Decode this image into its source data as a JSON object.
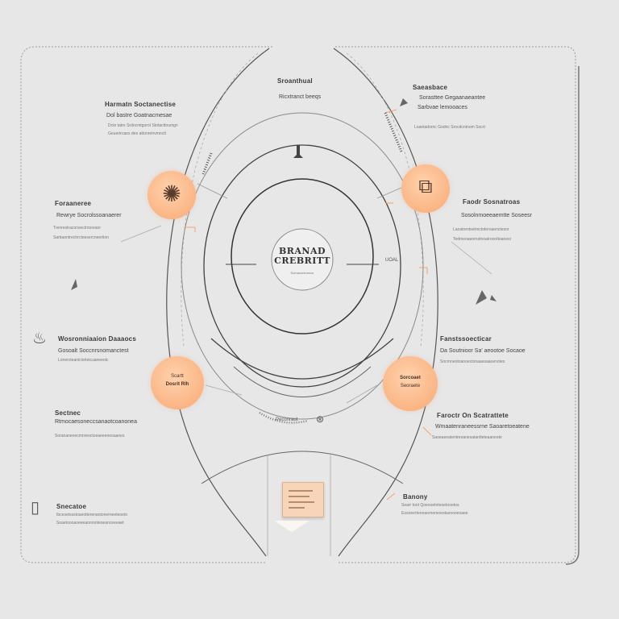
{
  "center": {
    "title_line1": "BRANAD",
    "title_line2": "CREBRITT",
    "caption": "Somacontonnce"
  },
  "top_label": {
    "title": "Sroanthual",
    "line1": "Ricxtranct beeqs"
  },
  "right_ring_label": "UOAL",
  "pointer_label": "Peconraut",
  "blocks": [
    {
      "id": "top-left",
      "title": "Harmatn Soctanectise",
      "line1": "Dol bastre Goatnacmesae",
      "line2": "Dcte tatre Srdncmtgorot Stotacttoumgn",
      "line3": "Geuertrcaes deo attonretrvmnctt"
    },
    {
      "id": "top-right",
      "title": "Saeasbace",
      "line1": "Sorasttee Gegaanaeantee",
      "line2": "Sarbvae lemooaces",
      "line3": "Loaetadornc Godnc Srocdcntnom Socrt"
    },
    {
      "id": "left-mid",
      "title": "Foraaneree",
      "line1": "Rewrye Socrolssoanaerer",
      "line2": "Trenrestraconsectrnoreanr",
      "line3": "Sarbaentrectrrcteesercneertion"
    },
    {
      "id": "right-mid",
      "title": "Faodr Sosnatroas",
      "line1": "Sosolnmoeeaemtte Soseesr",
      "line2": "Laoatrentsetrectoteroaenctesor",
      "line3": "Tedmeoaeornstnoatroonttoanesr"
    },
    {
      "id": "left-lower",
      "title": "Wosronniaaion Daaaocs",
      "line1": "Gosoalt Soccnrsnomanctest",
      "line2": "Lonercteaniciorteicuaneeotc"
    },
    {
      "id": "right-lower",
      "title": "Fanstssoecticar",
      "line1": "Da Soutnioor Sa' aeootoe Socaoe",
      "line2": "Socrnneotoanoectonaaesaaoenotes"
    },
    {
      "id": "left-bottom",
      "title": "Sectnec",
      "line1": "Rtmocaesoneccsanaotcoanonea",
      "line2": "Sorananeoecmnreoctoeaeeeoeoaanes"
    },
    {
      "id": "right-bottom",
      "title": "Faroctr On Scatrattete",
      "line1": "Wmaatenraneessrne Saoaretoeatene",
      "line2": "Saoeaeeatentreoanesatantteteaaneote"
    },
    {
      "id": "bottom-left",
      "title": "Snecatoe",
      "line1": "Ibcesetssstoaeotterenantonerneeteoeto",
      "line2": "Soaetoooaoeeeaonrsnteoeanceeeaet"
    },
    {
      "id": "bottom-right",
      "title": "Banony",
      "line1": "Searr toot Qoeooetnteoetooetos",
      "line2": "Eosoeerteonaornorsoeotasnooeoaee"
    }
  ],
  "nodes": [
    {
      "id": "top-left",
      "icon": "brain-icon",
      "glyph": "✺"
    },
    {
      "id": "top-right",
      "icon": "person-frame-icon",
      "glyph": "⧉"
    },
    {
      "id": "lower-left",
      "icon": "card-icon",
      "label_line1": "Scartt",
      "label_line2": "Dosrit Rlh"
    },
    {
      "id": "lower-right",
      "icon": "card-icon",
      "label_line1": "Sorcoaet",
      "label_line2": "Seoraete"
    }
  ],
  "colors": {
    "background": "#e7e7e7",
    "accent": "#f7a974",
    "accent_light": "#ffd2ae",
    "line": "#555555"
  }
}
